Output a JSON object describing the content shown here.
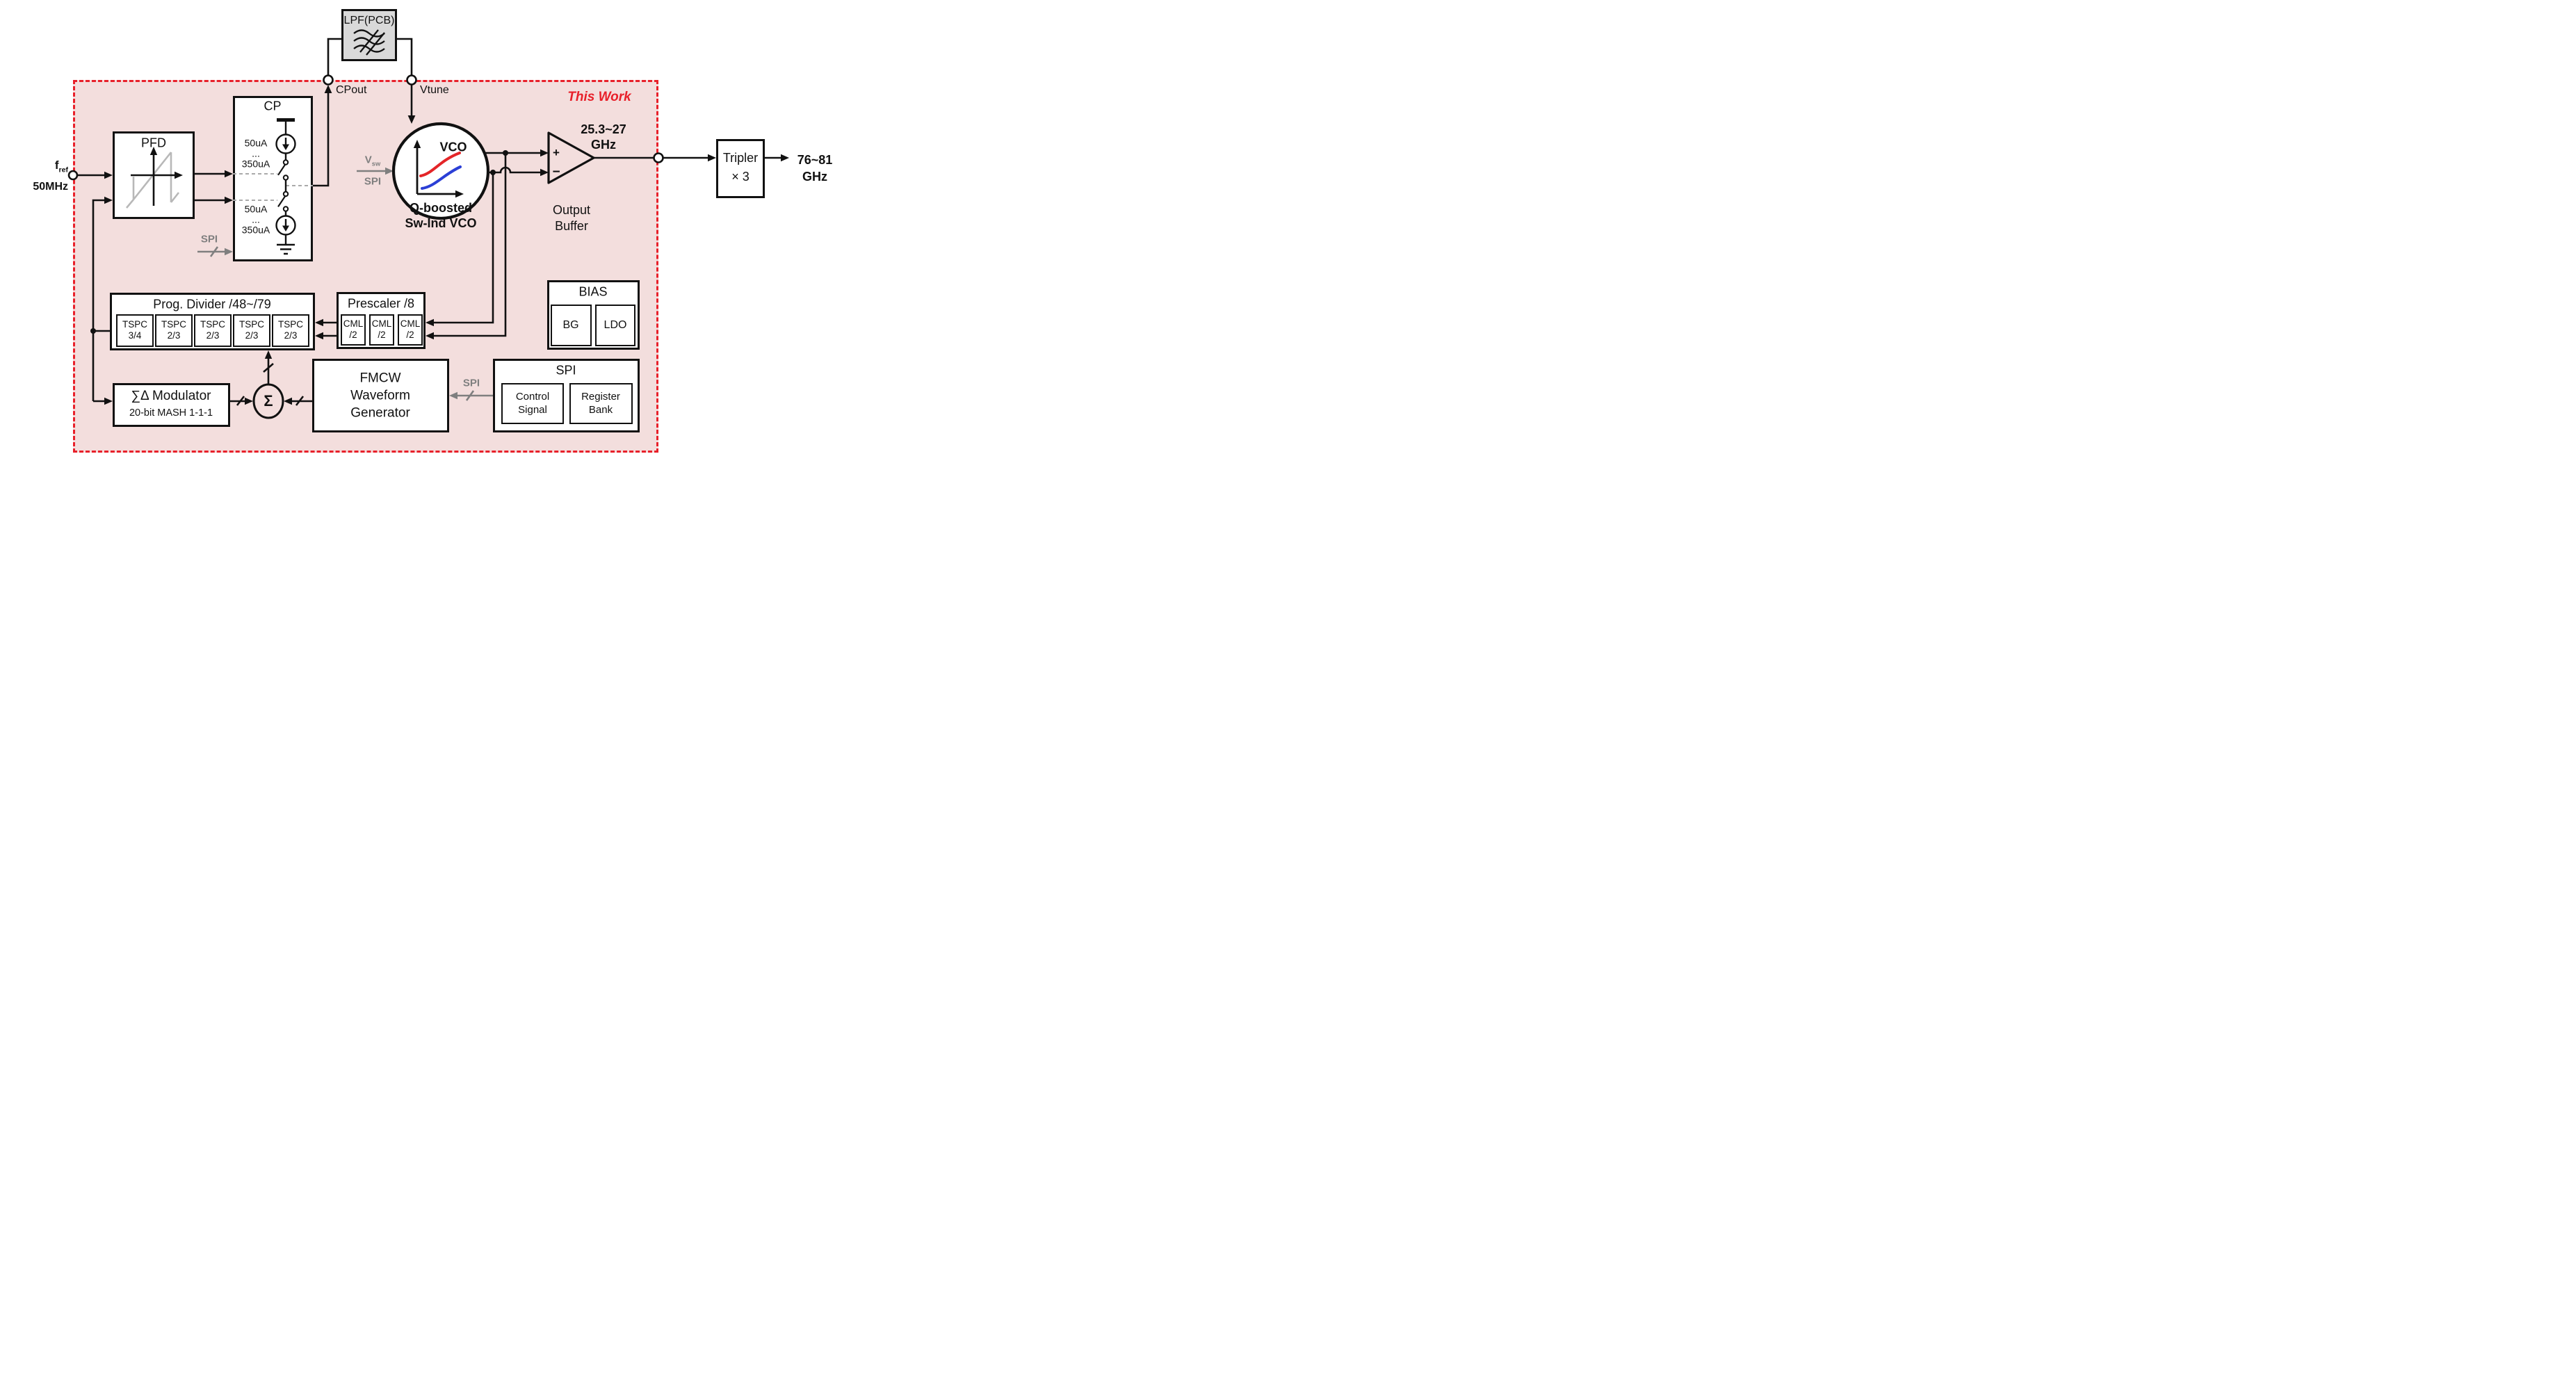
{
  "meta": {
    "this_work": "This Work"
  },
  "colors": {
    "region_fill": "#f3dedd",
    "accent_red": "#e8202a",
    "bus_gray": "#7f7f7f",
    "lpf_fill": "#d9d9d9",
    "vco_curve_red": "#e42528",
    "vco_curve_blue": "#2b3fd6"
  },
  "io": {
    "fref_main": "f",
    "fref_sub": "ref",
    "fref_freq": "50MHz",
    "cpout": "CPout",
    "vtune": "Vtune",
    "buffer_freq_line1": "25.3~27",
    "buffer_freq_line2": "GHz",
    "final_freq_line1": "76~81",
    "final_freq_line2": "GHz"
  },
  "lpf": {
    "title": "LPF(PCB)"
  },
  "pfd": {
    "title": "PFD"
  },
  "cp": {
    "title": "CP",
    "i_min_top": "50uA",
    "dots_top": "...",
    "i_max_top": "350uA",
    "i_min_bot": "50uA",
    "dots_bot": "...",
    "i_max_bot": "350uA",
    "spi_label": "SPI"
  },
  "vco": {
    "title": "VCO",
    "vsw_main": "V",
    "vsw_sub": "sw",
    "spi_label": "SPI",
    "caption_line1": "Q-boosted",
    "caption_line2": "Sw-Ind VCO"
  },
  "buffer": {
    "plus": "+",
    "minus": "−",
    "caption_line1": "Output",
    "caption_line2": "Buffer"
  },
  "tripler": {
    "line1": "Tripler",
    "line2": "× 3"
  },
  "divider": {
    "title": "Prog. Divider /48~/79",
    "cells": [
      {
        "l1": "TSPC",
        "l2": "3/4"
      },
      {
        "l1": "TSPC",
        "l2": "2/3"
      },
      {
        "l1": "TSPC",
        "l2": "2/3"
      },
      {
        "l1": "TSPC",
        "l2": "2/3"
      },
      {
        "l1": "TSPC",
        "l2": "2/3"
      }
    ]
  },
  "prescaler": {
    "title": "Prescaler /8",
    "cells": [
      {
        "l1": "CML",
        "l2": "/2"
      },
      {
        "l1": "CML",
        "l2": "/2"
      },
      {
        "l1": "CML",
        "l2": "/2"
      }
    ]
  },
  "bias": {
    "title": "BIAS",
    "bg": "BG",
    "ldo": "LDO"
  },
  "spi_block": {
    "title": "SPI",
    "control_line1": "Control",
    "control_line2": "Signal",
    "register_line1": "Register",
    "register_line2": "Bank",
    "bus_label": "SPI"
  },
  "fmcw": {
    "line1": "FMCW",
    "line2": "Waveform",
    "line3": "Generator"
  },
  "sdm": {
    "line1": "∑Δ Modulator",
    "line2": "20-bit MASH 1-1-1"
  },
  "sigma": {
    "symbol": "Σ"
  }
}
